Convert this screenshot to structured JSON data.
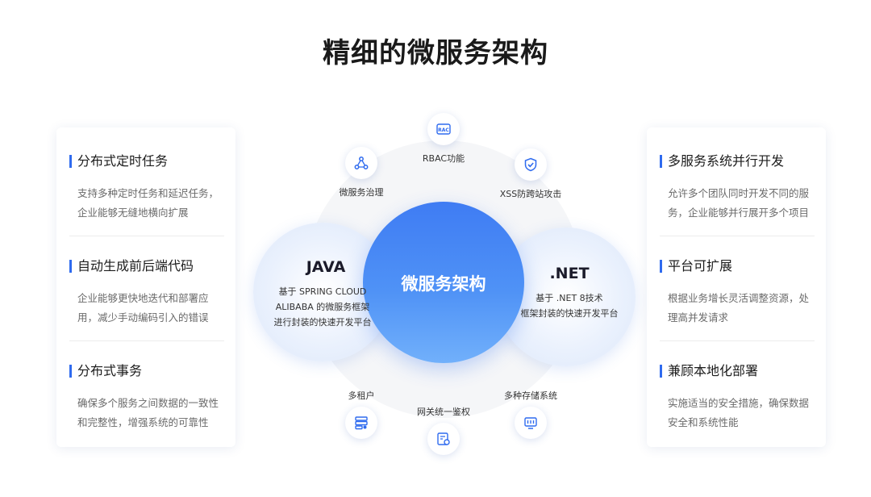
{
  "title": "精细的微服务架构",
  "left_features": [
    {
      "title": "分布式定时任务",
      "desc_lines": [
        "支持多种定时任务和延迟任务，",
        "企业能够无缝地横向扩展"
      ]
    },
    {
      "title": "自动生成前后端代码",
      "desc_lines": [
        "企业能够更快地迭代和部署应",
        "用，减少手动编码引入的错误"
      ]
    },
    {
      "title": "分布式事务",
      "desc_lines": [
        "确保多个服务之间数据的一致性",
        "和完整性，增强系统的可靠性"
      ]
    }
  ],
  "right_features": [
    {
      "title": "多服务系统并行开发",
      "desc_lines": [
        "允许多个团队同时开发不同的服",
        "务，企业能够并行展开多个项目"
      ]
    },
    {
      "title": "平台可扩展",
      "desc_lines": [
        "根据业务增长灵活调整资源，处",
        "理高并发请求"
      ]
    },
    {
      "title": "兼顾本地化部署",
      "desc_lines": [
        "实施适当的安全措施，确保数据",
        "安全和系统性能"
      ]
    }
  ],
  "diagram": {
    "center": "微服务架构",
    "java": {
      "title": "JAVA",
      "lines": [
        "基于 SPRING CLOUD",
        "ALIBABA 的微服务框架",
        "进行封装的快速开发平台"
      ]
    },
    "net": {
      "title": ".NET",
      "lines": [
        "基于 .NET 8技术",
        "框架封装的快速开发平台"
      ]
    },
    "nodes": [
      {
        "label": "RBAC功能",
        "icon": "rbac-icon"
      },
      {
        "label": "XSS防跨站攻击",
        "icon": "shield-check-icon"
      },
      {
        "label": "微服务治理",
        "icon": "network-nodes-icon"
      },
      {
        "label": "多租户",
        "icon": "tenant-icon"
      },
      {
        "label": "网关统一鉴权",
        "icon": "gateway-auth-icon"
      },
      {
        "label": "多种存储系统",
        "icon": "storage-icon"
      }
    ],
    "rbac_icon_text": "RAC"
  },
  "colors": {
    "accent": "#2f6bef",
    "center_top": "#3f7cf3",
    "center_bottom": "#71b0fb"
  }
}
